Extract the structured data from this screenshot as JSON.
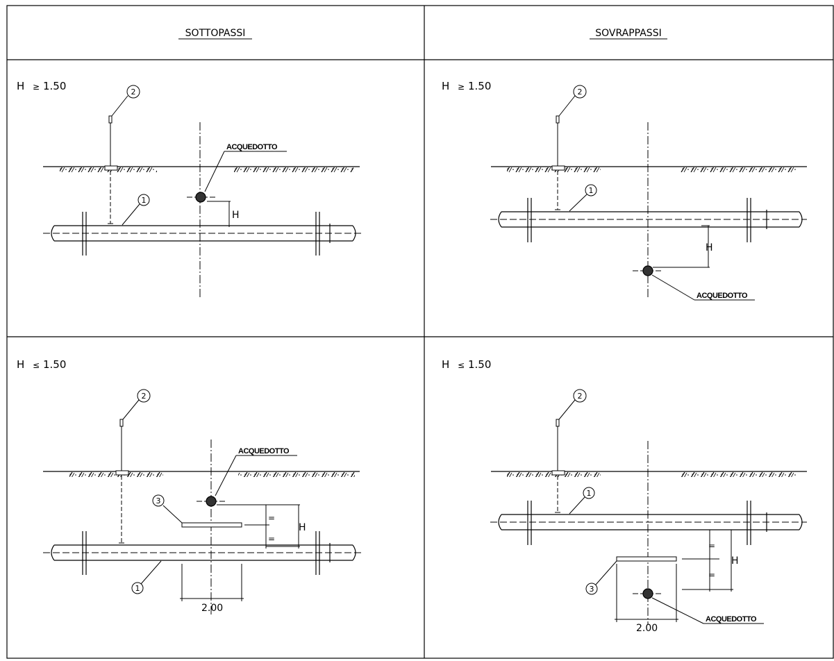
{
  "headers": {
    "left": "SOTTOPASSI",
    "right": "SOVRAPPASSI"
  },
  "panels": {
    "tl": {
      "condition_h": "H",
      "condition_op": "≥",
      "condition_val": "1.50",
      "aqueduct_label": "ACQUEDOTTO",
      "dim_label": "H",
      "callout_1": "1",
      "callout_2": "2"
    },
    "tr": {
      "condition_h": "H",
      "condition_op": "≥",
      "condition_val": "1.50",
      "aqueduct_label": "ACQUEDOTTO",
      "dim_label": "H",
      "callout_1": "1",
      "callout_2": "2"
    },
    "bl": {
      "condition_h": "H",
      "condition_op": "≤",
      "condition_val": "1.50",
      "aqueduct_label": "ACQUEDOTTO",
      "dim_label": "H",
      "callout_1": "1",
      "callout_2": "2",
      "callout_3": "3",
      "width_label": "2.00",
      "equal_mark": "="
    },
    "br": {
      "condition_h": "H",
      "condition_op": "≤",
      "condition_val": "1.50",
      "aqueduct_label": "ACQUEDOTTO",
      "dim_label": "H",
      "callout_1": "1",
      "callout_2": "2",
      "callout_3": "3",
      "width_label": "2.00",
      "equal_mark": "="
    }
  }
}
